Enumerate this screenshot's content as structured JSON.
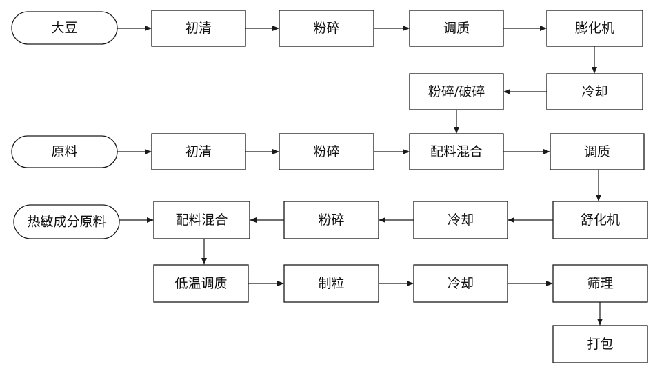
{
  "nodes": {
    "soybean": "大豆",
    "s_clean": "初清",
    "s_grind": "粉碎",
    "s_condition": "调质",
    "extruder": "膨化机",
    "s_cool": "冷却",
    "crush": "粉碎/破碎",
    "raw": "原料",
    "r_clean": "初清",
    "r_grind": "粉碎",
    "mix1": "配料混合",
    "r_condition": "调质",
    "puffer": "舒化机",
    "r_cool": "冷却",
    "r_grind2": "粉碎",
    "mix2": "配料混合",
    "heat_sensitive": "热敏成分原料",
    "lowtemp_condition": "低温调质",
    "pellet": "制粒",
    "p_cool": "冷却",
    "sieve": "筛理",
    "pack": "打包"
  },
  "colors": {
    "stroke": "#1a1a1a",
    "text": "#111111",
    "background": "#ffffff"
  }
}
